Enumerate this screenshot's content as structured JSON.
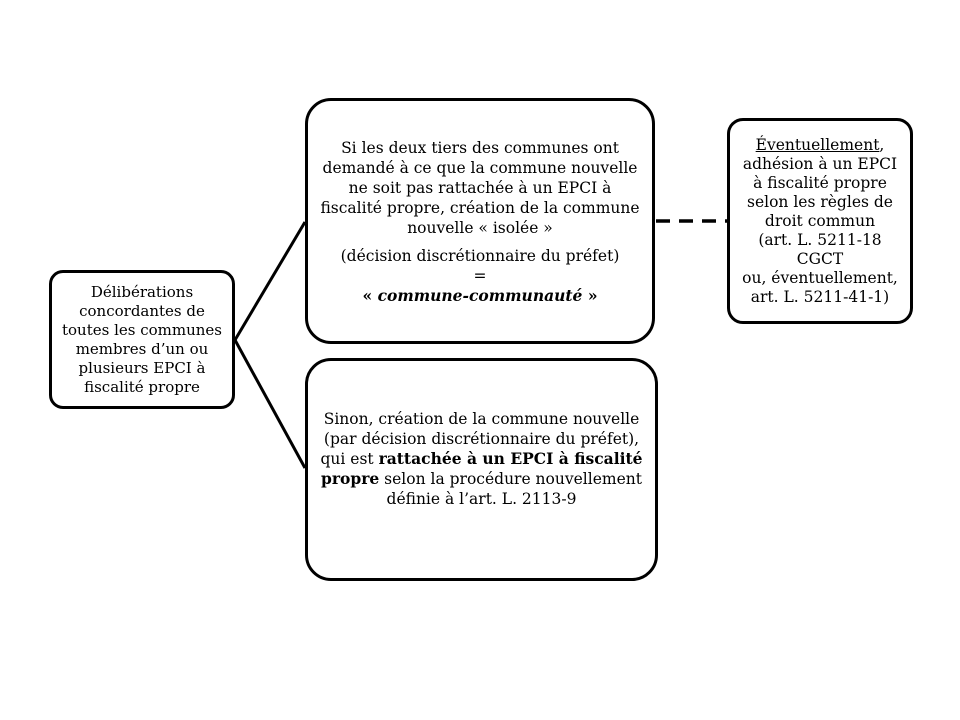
{
  "left_box": {
    "lines": [
      "Délibérations",
      "concordantes de",
      "toutes les communes",
      "membres d’un ou",
      "plusieurs EPCI à",
      "fiscalité propre"
    ]
  },
  "top_box": {
    "lines": [
      "Si les deux tiers des communes ont",
      "demandé à ce que la commune nouvelle",
      "ne soit pas rattachée à un EPCI à",
      "fiscalité propre, création de la commune",
      "nouvelle « isolée »"
    ],
    "decision": "(décision discrétionnaire du préfet)",
    "equals": "=",
    "quote_open": "« ",
    "term": "commune-communauté",
    "quote_close": " »"
  },
  "bottom_box": {
    "line1": "Sinon, création de la commune nouvelle",
    "line2": "(par décision discrétionnaire du préfet),",
    "line3_prefix": "qui est ",
    "bold_part1": "rattachée à un EPCI à fiscalité",
    "bold_part2": "propre",
    "line4_suffix": " selon la procédure nouvellement",
    "line5": "définie à l’art. L. 2113-9"
  },
  "right_box": {
    "underlined": "Éventuellement",
    "after_underlined": ",",
    "lines": [
      "adhésion à un EPCI",
      "à fiscalité propre",
      "selon les règles de",
      "droit commun",
      "(art. L. 5211-18",
      "CGCT",
      "ou, éventuellement,",
      "art. L. 5211-41-1)"
    ]
  }
}
